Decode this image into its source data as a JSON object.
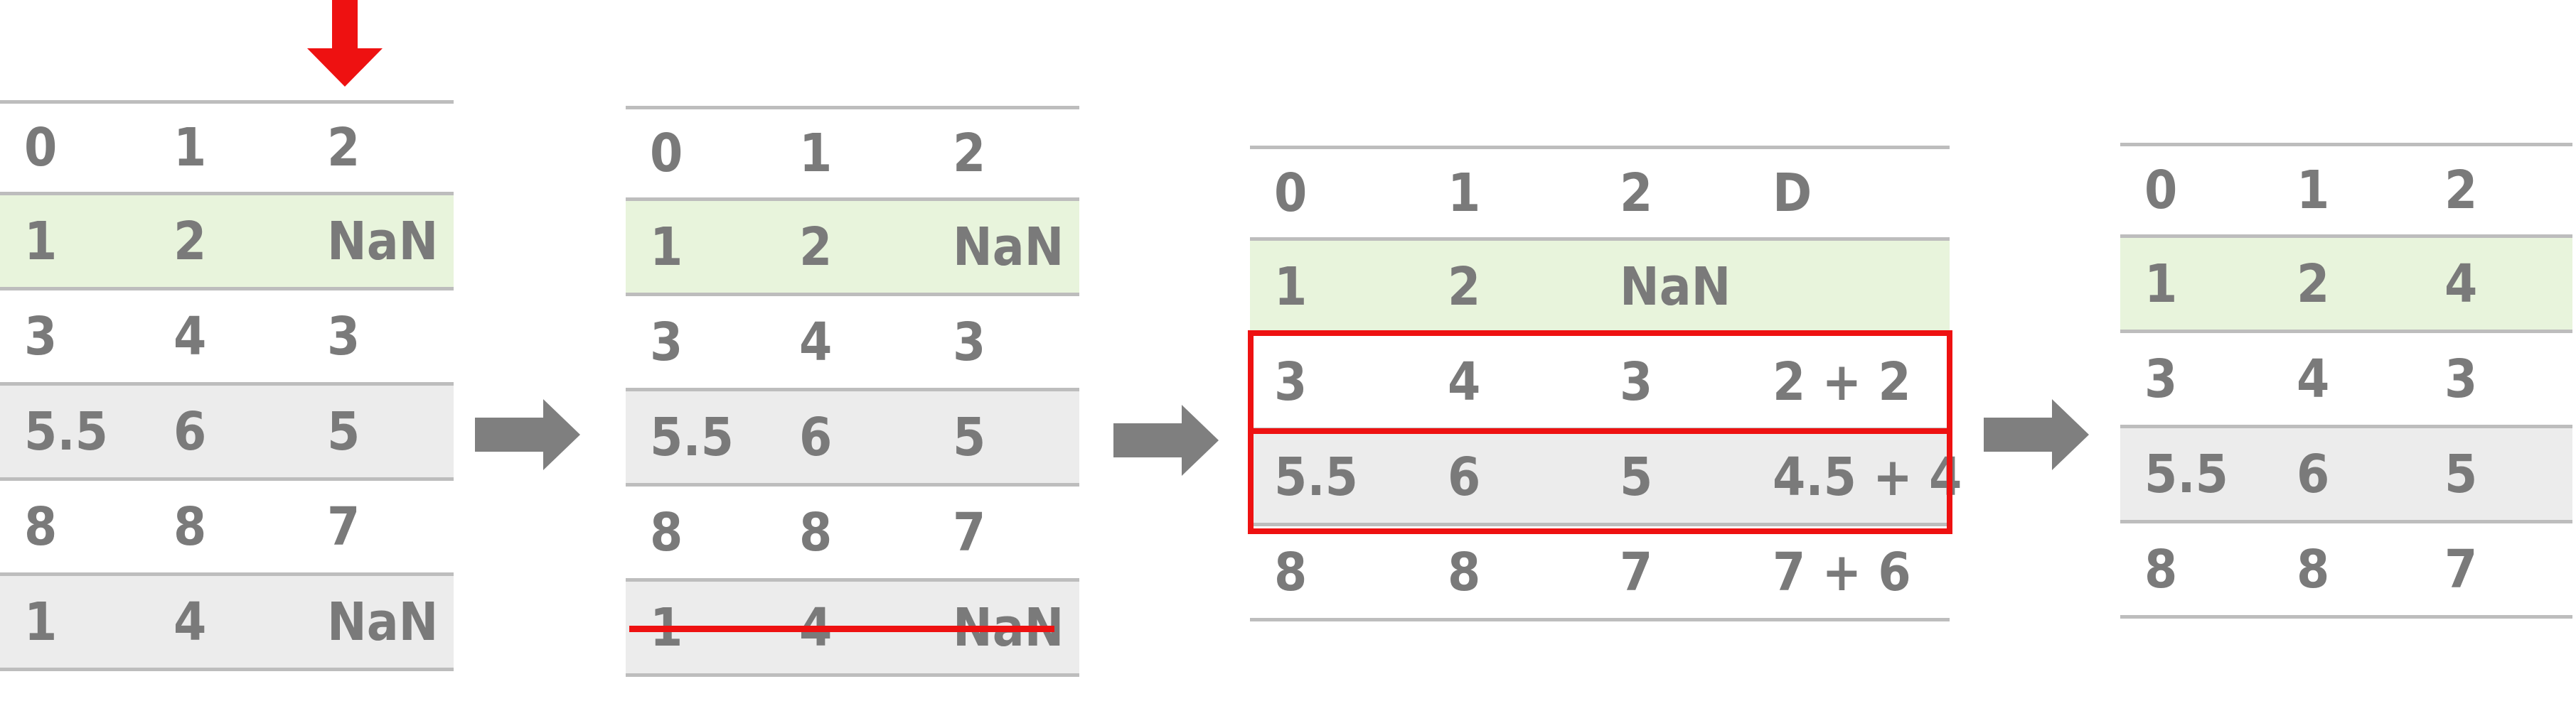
{
  "colors": {
    "text": "#7a7a7a",
    "rule": "#bdbdbd",
    "green_row": "#e8f4dc",
    "gray_row": "#ececec",
    "accent_red": "#ee1111",
    "arrow_gray": "#7f7f7f"
  },
  "tables": [
    {
      "rows": [
        {
          "style": "header",
          "cells": [
            "0",
            "1",
            "2"
          ]
        },
        {
          "style": "green",
          "cells": [
            "1",
            "2",
            "NaN"
          ]
        },
        {
          "style": "white",
          "cells": [
            "3",
            "4",
            "3"
          ]
        },
        {
          "style": "gray",
          "cells": [
            "5.5",
            "6",
            "5"
          ]
        },
        {
          "style": "white",
          "cells": [
            "8",
            "8",
            "7"
          ]
        },
        {
          "style": "gray",
          "cells": [
            "1",
            "4",
            "NaN"
          ]
        }
      ]
    },
    {
      "rows": [
        {
          "style": "header",
          "cells": [
            "0",
            "1",
            "2"
          ]
        },
        {
          "style": "green",
          "cells": [
            "1",
            "2",
            "NaN"
          ]
        },
        {
          "style": "white",
          "cells": [
            "3",
            "4",
            "3"
          ]
        },
        {
          "style": "gray",
          "cells": [
            "5.5",
            "6",
            "5"
          ]
        },
        {
          "style": "white",
          "cells": [
            "8",
            "8",
            "7"
          ]
        },
        {
          "style": "gray",
          "cells": [
            "1",
            "4",
            "NaN"
          ]
        }
      ]
    },
    {
      "rows": [
        {
          "style": "header",
          "cells": [
            "0",
            "1",
            "2",
            "D"
          ]
        },
        {
          "style": "green",
          "cells": [
            "1",
            "2",
            "NaN",
            ""
          ]
        },
        {
          "style": "white",
          "cells": [
            "3",
            "4",
            "3",
            "2 + 2"
          ]
        },
        {
          "style": "gray",
          "cells": [
            "5.5",
            "6",
            "5",
            "4.5 + 4"
          ]
        },
        {
          "style": "white",
          "cells": [
            "8",
            "8",
            "7",
            "7 + 6"
          ]
        }
      ]
    },
    {
      "rows": [
        {
          "style": "header",
          "cells": [
            "0",
            "1",
            "2"
          ]
        },
        {
          "style": "green",
          "cells": [
            "1",
            "2",
            "4"
          ]
        },
        {
          "style": "white",
          "cells": [
            "3",
            "4",
            "3"
          ]
        },
        {
          "style": "gray",
          "cells": [
            "5.5",
            "6",
            "5"
          ]
        },
        {
          "style": "white",
          "cells": [
            "8",
            "8",
            "7"
          ]
        }
      ]
    }
  ]
}
